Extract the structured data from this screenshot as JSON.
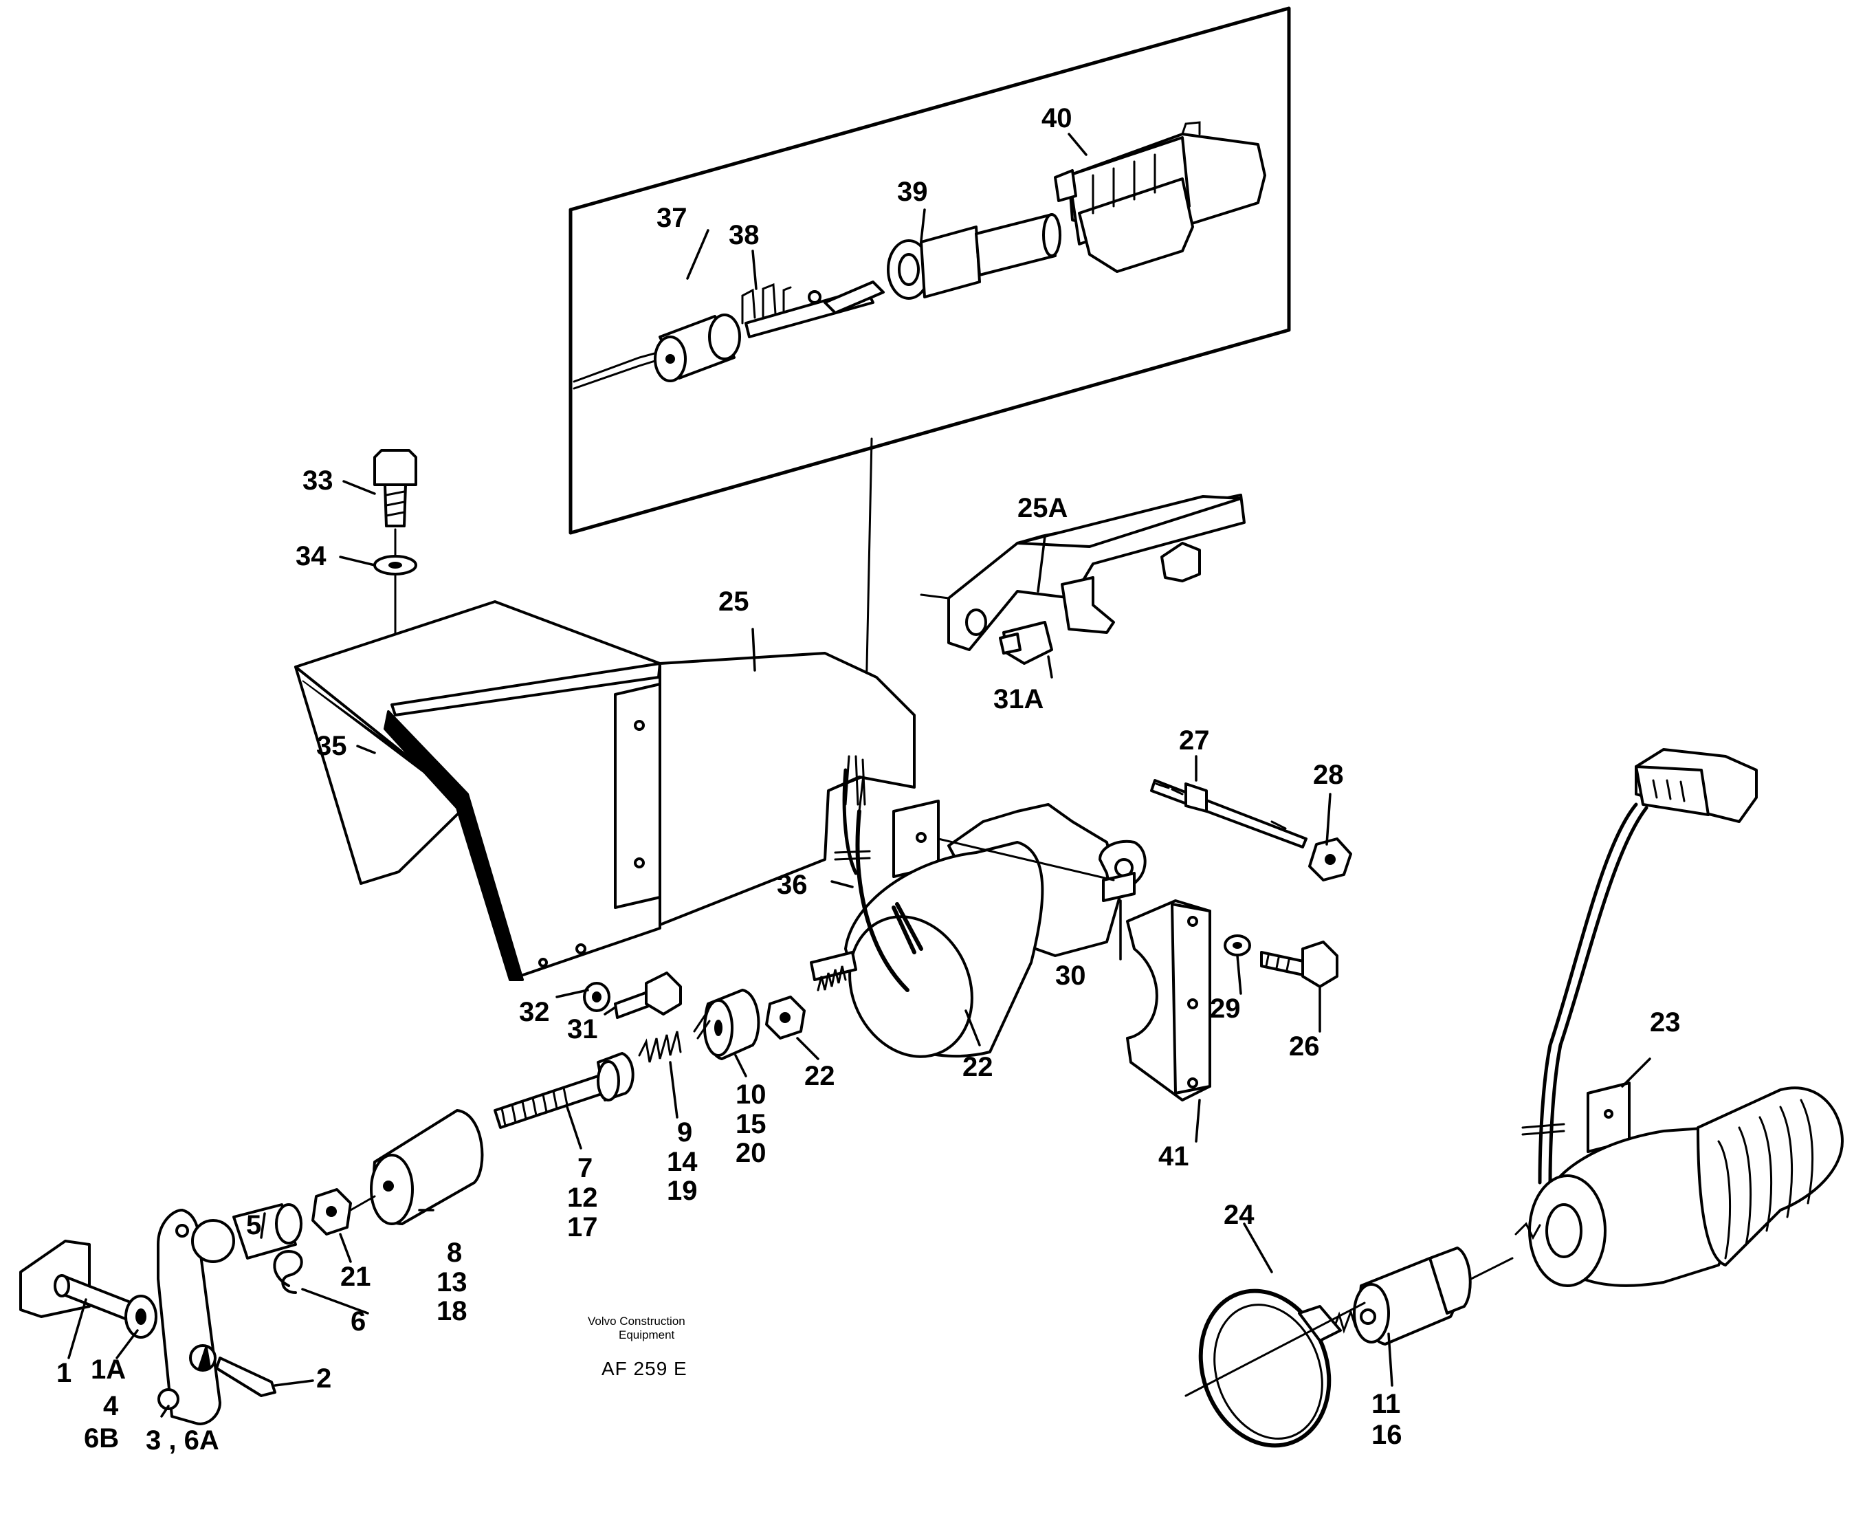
{
  "labels": {
    "l1": "1",
    "l1A": "1A",
    "l2": "2",
    "l3_6A": "3 , 6A",
    "l4": "4",
    "l6B": "6B",
    "l5": "5",
    "l6": "6",
    "l7": "7",
    "l12": "12",
    "l17": "17",
    "l8": "8",
    "l13": "13",
    "l18": "18",
    "l9": "9",
    "l14": "14",
    "l19": "19",
    "l10": "10",
    "l15": "15",
    "l20": "20",
    "l11": "11",
    "l16": "16",
    "l21": "21",
    "l22a": "22",
    "l22b": "22",
    "l23": "23",
    "l24": "24",
    "l25": "25",
    "l25A": "25A",
    "l26": "26",
    "l27": "27",
    "l28": "28",
    "l29": "29",
    "l30": "30",
    "l31": "31",
    "l31A": "31A",
    "l32": "32",
    "l33": "33",
    "l34": "34",
    "l35": "35",
    "l36": "36",
    "l37": "37",
    "l38": "38",
    "l39": "39",
    "l40": "40",
    "l41": "41"
  },
  "footer": {
    "company_line1": "Volvo Construction",
    "company_line2": "Equipment",
    "drawing_ref": "AF 259 E"
  }
}
